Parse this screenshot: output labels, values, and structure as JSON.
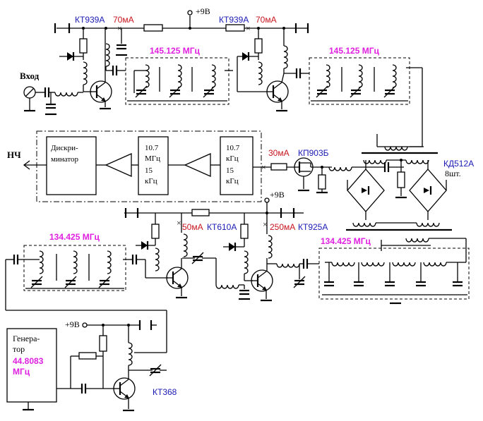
{
  "supply": {
    "plus9v_top": "+9В",
    "plus9v_mid": "+9В",
    "plus9v_gen": "+9В"
  },
  "input": {
    "label": "Вход"
  },
  "output": {
    "label": "НЧ"
  },
  "stage1": {
    "transistor": "КТ939А",
    "current": "70мА"
  },
  "stage2": {
    "transistor": "КТ939А",
    "current": "70мА"
  },
  "filters": {
    "filter1": "145.125 МГц",
    "filter2": "145.125 МГц",
    "filter3": "134.425 МГц",
    "filter4": "134.425 МГц"
  },
  "mixer": {
    "fet": "КП903Б",
    "current": "30мА",
    "diodes": "КД512А",
    "diodes_count": "8шт."
  },
  "if_chain": {
    "discriminator": [
      "Дискри-",
      "минатор"
    ],
    "amp1": [
      "10.7",
      "МГц",
      "15",
      "кГц"
    ],
    "amp2": [
      "10.7",
      "кГц",
      "15",
      "кГц"
    ]
  },
  "lo_chain": {
    "stage1_current": "50мА",
    "stage1_transistor": "КТ610А",
    "stage2_current": "250мА",
    "stage2_transistor": "КТ925А"
  },
  "generator": {
    "label": [
      "Генера-",
      "тор"
    ],
    "freq": [
      "44.8083",
      "МГц"
    ],
    "transistor": "КТ368"
  }
}
